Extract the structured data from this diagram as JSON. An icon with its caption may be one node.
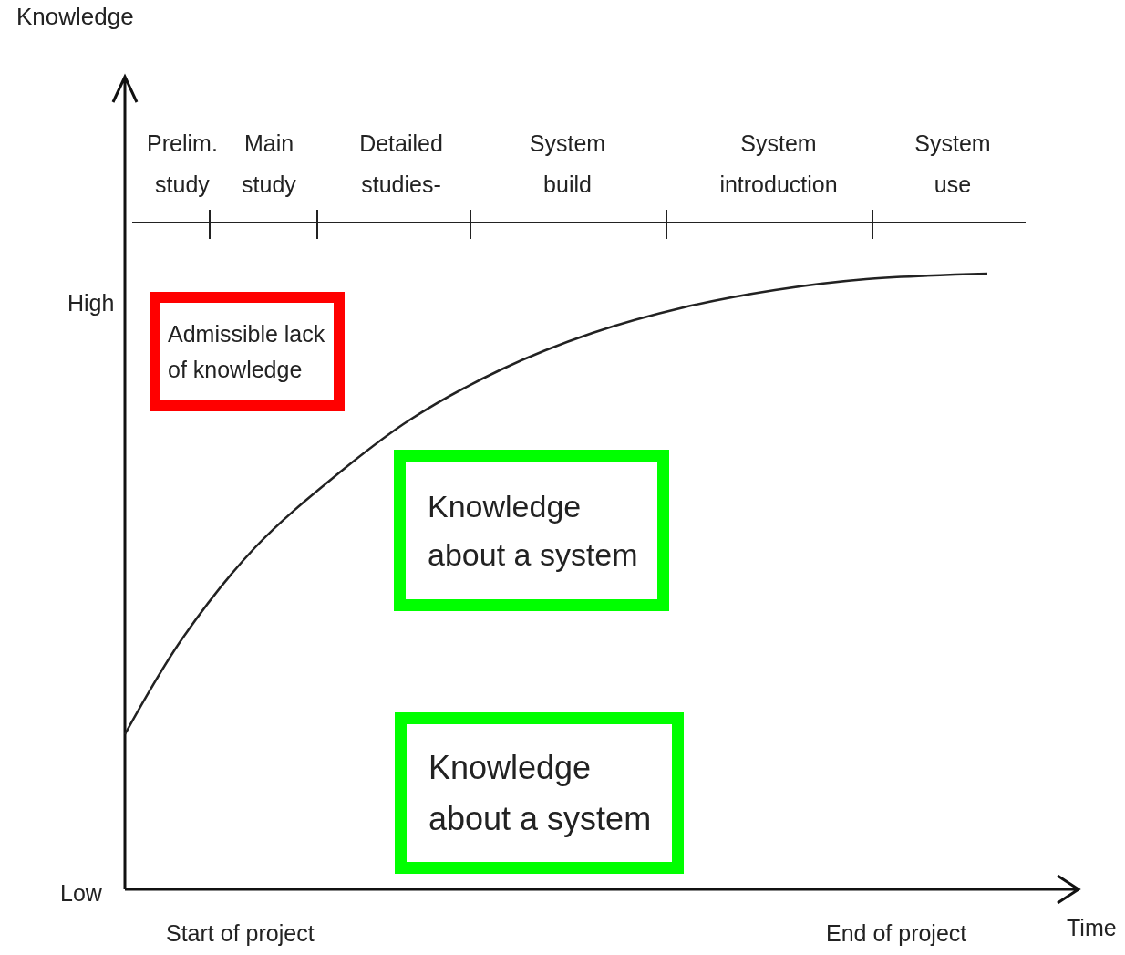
{
  "diagram": {
    "nodes": [
      {
        "text": [
          "Admissible lack of knowledge"
        ]
      },
      {
        "text": [
          "Knowledge about a system"
        ]
      },
      {
        "text": [
          "Knowledge about a system"
        ]
      }
    ],
    "labels": [
      "Knowledge",
      "Prelim. study",
      "Main study",
      "Detailed studies-",
      "System build",
      "System introduction",
      "System use",
      "High",
      "Low",
      "Start of project",
      "End of project",
      "Time"
    ]
  }
}
